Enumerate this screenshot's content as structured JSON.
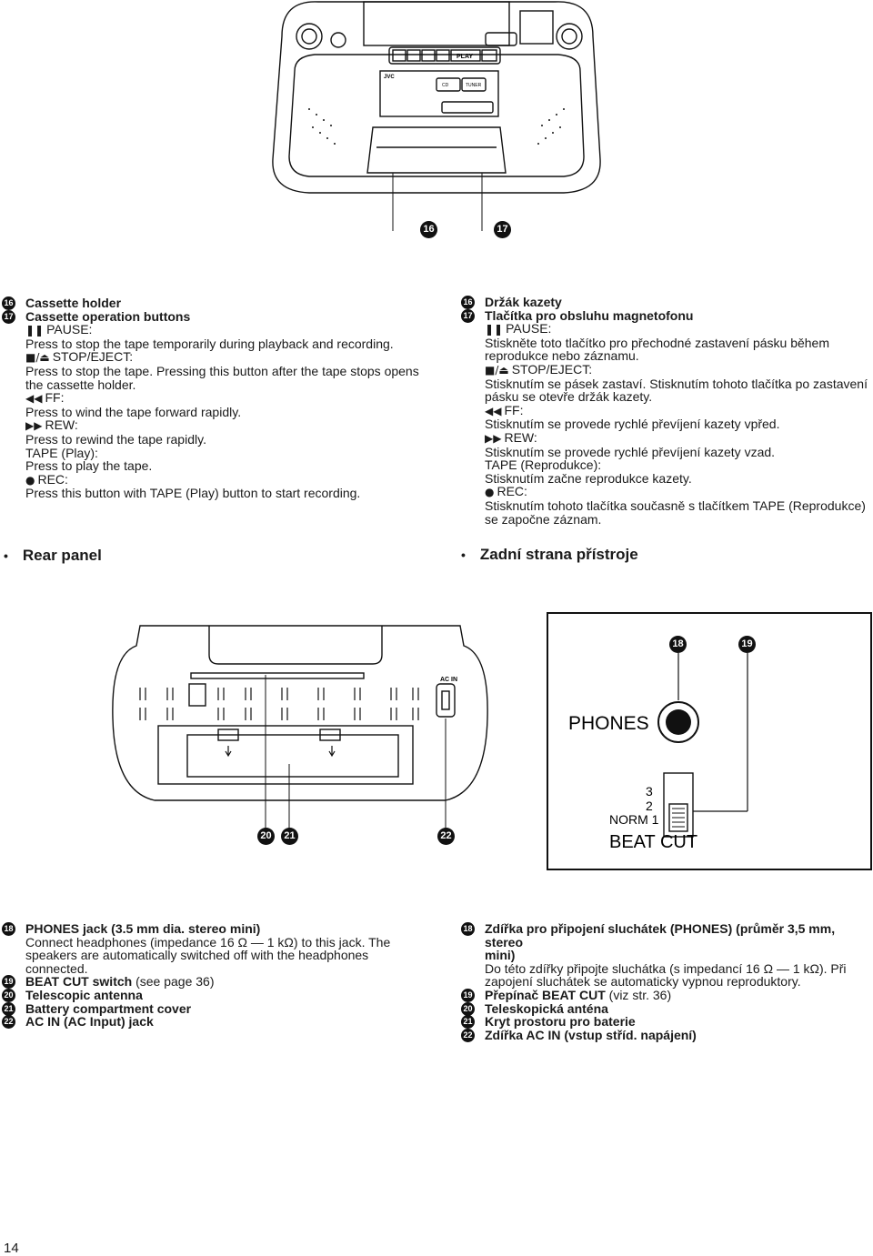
{
  "top_figure": {
    "callouts": [
      "16",
      "17"
    ],
    "labels": {
      "play": "PLAY",
      "cd": "CD",
      "tuner": "TUNER",
      "brand": "JVC"
    }
  },
  "section1": {
    "en": {
      "item16": {
        "num": "16",
        "title": "Cassette holder"
      },
      "item17": {
        "num": "17",
        "title": "Cassette operation buttons"
      },
      "pause_label": "PAUSE:",
      "pause_text": "Press to stop the tape temporarily during playback and recording.",
      "stop_label": "STOP/EJECT:",
      "stop_text_1": "Press to stop the tape. Pressing this button after the tape stops opens",
      "stop_text_2": "the cassette holder.",
      "ff_label": "FF:",
      "ff_text": "Press to wind the tape forward rapidly.",
      "rew_label": "REW:",
      "rew_text": "Press to rewind the tape rapidly.",
      "play_label": "TAPE (Play):",
      "play_text": "Press to play the tape.",
      "rec_label": "REC:",
      "rec_text": "Press this button with TAPE (Play) button to start recording."
    },
    "cz": {
      "item16": {
        "num": "16",
        "title": "Držák kazety"
      },
      "item17": {
        "num": "17",
        "title": "Tlačítka pro obsluhu magnetofonu"
      },
      "pause_label": "PAUSE:",
      "pause_text_1": "Stiskněte toto tlačítko pro přechodné zastavení pásku během",
      "pause_text_2": "reprodukce nebo záznamu.",
      "stop_label": "STOP/EJECT:",
      "stop_text_1": "Stisknutím se pásek zastaví. Stisknutím tohoto tlačítka po zastavení",
      "stop_text_2": "pásku se otevře držák kazety.",
      "ff_label": "FF:",
      "ff_text": "Stisknutím se provede rychlé převíjení kazety vpřed.",
      "rew_label": "REW:",
      "rew_text": "Stisknutím se provede rychlé převíjení kazety vzad.",
      "play_label": "TAPE (Reprodukce):",
      "play_text": "Stisknutím začne reprodukce kazety.",
      "rec_label": "REC:",
      "rec_text_1": "Stisknutím tohoto tlačítka současně s tlačítkem TAPE (Reprodukce)",
      "rec_text_2": "se započne záznam."
    }
  },
  "headings": {
    "en": "Rear panel",
    "cz": "Zadní strana přístroje"
  },
  "rear_figure": {
    "callouts": [
      "20",
      "21",
      "22"
    ],
    "ac_in": "AC IN"
  },
  "detail_figure": {
    "callouts": [
      "18",
      "19"
    ],
    "phones": "PHONES",
    "pos3": "3",
    "pos2": "2",
    "norm1": "NORM 1",
    "beat_cut": "BEAT CUT"
  },
  "section2": {
    "en": {
      "i18": {
        "num": "18",
        "title": "PHONES jack (3.5 mm dia. stereo mini)"
      },
      "i18_text_1": "Connect headphones (impedance  16 Ω — 1 kΩ) to this jack. The",
      "i18_text_2": "speakers are automatically switched off with the headphones",
      "i18_text_3": "connected.",
      "i19": {
        "num": "19",
        "title": "BEAT CUT switch",
        "suffix": " (see page 36)"
      },
      "i20": {
        "num": "20",
        "title": "Telescopic antenna"
      },
      "i21": {
        "num": "21",
        "title": "Battery compartment cover"
      },
      "i22": {
        "num": "22",
        "title": "AC IN (AC Input) jack"
      }
    },
    "cz": {
      "i18": {
        "num": "18",
        "title_1": "Zdířka pro připojení sluchátek (PHONES) (průměr 3,5 mm, stereo",
        "title_2": "mini)"
      },
      "i18_text_1": "Do této zdířky připojte sluchátka (s impedancí 16 Ω — 1 kΩ). Při",
      "i18_text_2": "zapojení sluchátek se automaticky vypnou reproduktory.",
      "i19": {
        "num": "19",
        "title": "Přepínač BEAT CUT",
        "suffix": " (viz str. 36)"
      },
      "i20": {
        "num": "20",
        "title": "Teleskopická anténa"
      },
      "i21": {
        "num": "21",
        "title": "Kryt prostoru pro baterie"
      },
      "i22": {
        "num": "22",
        "title": "Zdířka AC IN (vstup stříd. napájení)"
      }
    }
  },
  "page_number": "14"
}
